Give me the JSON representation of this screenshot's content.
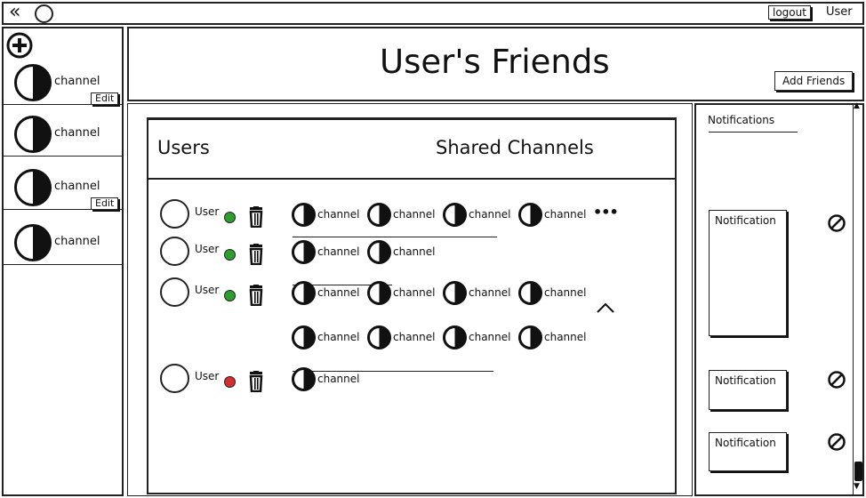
{
  "topbar": {
    "back_glyph": "«",
    "logout_label": "logout",
    "user_label": "User"
  },
  "sidebar": {
    "add_icon": "plus-circle-icon",
    "channels": [
      {
        "label": "channel",
        "edit_label": "Edit"
      },
      {
        "label": "channel",
        "edit_label": ""
      },
      {
        "label": "channel",
        "edit_label": "Edit"
      },
      {
        "label": "channel",
        "edit_label": ""
      }
    ]
  },
  "header": {
    "title": "User's Friends",
    "add_friends_label": "Add Friends"
  },
  "users_panel": {
    "users_heading": "Users",
    "shared_heading": "Shared Channels",
    "rows": [
      {
        "user": "User",
        "status": "online",
        "status_color": "#2e9e2e",
        "channel_lines": [
          [
            "channel",
            "channel",
            "channel",
            "channel"
          ]
        ],
        "more": "more-dots-icon"
      },
      {
        "user": "User",
        "status": "online",
        "status_color": "#2e9e2e",
        "channel_lines": [
          [
            "channel",
            "channel"
          ]
        ],
        "more": ""
      },
      {
        "user": "User",
        "status": "online",
        "status_color": "#2e9e2e",
        "channel_lines": [
          [
            "channel",
            "channel",
            "channel",
            "channel"
          ],
          [
            "channel",
            "channel",
            "channel",
            "channel"
          ]
        ],
        "more": "chevron-up-icon"
      },
      {
        "user": "User",
        "status": "offline",
        "status_color": "#d23030",
        "channel_lines": [
          [
            "channel"
          ]
        ],
        "more": ""
      }
    ]
  },
  "notifications": {
    "heading": "Notifications",
    "items": [
      {
        "label": "Notification"
      },
      {
        "label": "Notification"
      },
      {
        "label": "Notification"
      }
    ]
  }
}
